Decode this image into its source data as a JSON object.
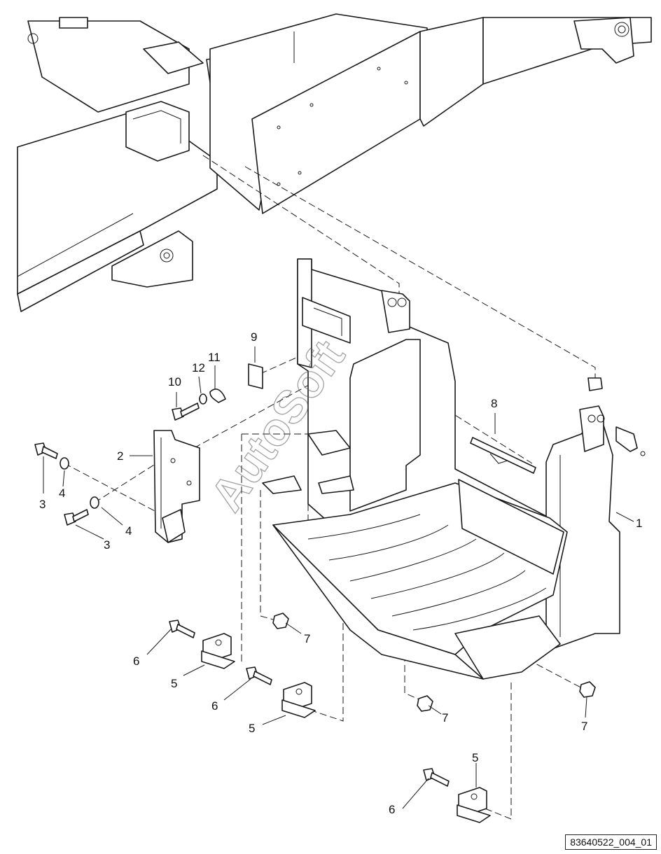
{
  "callouts": [
    "1",
    "2",
    "3",
    "3",
    "4",
    "4",
    "5",
    "5",
    "5",
    "6",
    "6",
    "6",
    "7",
    "7",
    "7",
    "8",
    "9",
    "10",
    "11",
    "12"
  ],
  "watermark": "AutoSoft",
  "reference_number": "83640522_004_01"
}
